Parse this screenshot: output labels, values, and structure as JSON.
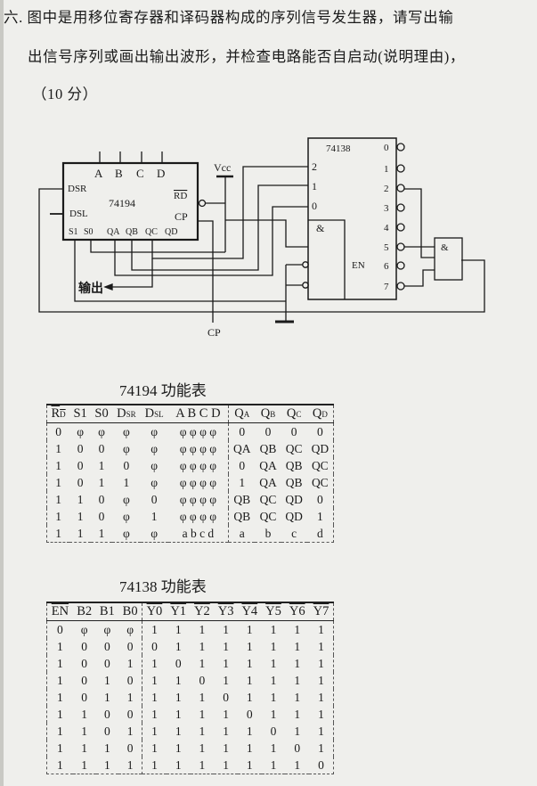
{
  "question": {
    "line1": "六. 图中是用移位寄存器和译码器构成的序列信号发生器，请写出输",
    "line2": "出信号序列或画出输出波形，并检查电路能否自启动(说明理由)，",
    "line3": "（10 分）"
  },
  "circuit": {
    "shift_register": {
      "name": "74194",
      "pins": {
        "a": "A",
        "b": "B",
        "c": "C",
        "d": "D",
        "dsr": "DSR",
        "dsl": "DSL",
        "rd": "RD",
        "cp": "CP",
        "s1": "S1",
        "s0": "S0",
        "qa": "QA",
        "qb": "QB",
        "qc": "QC",
        "qd": "QD"
      }
    },
    "decoder": {
      "name": "74138",
      "inputs": [
        "2",
        "1",
        "0"
      ],
      "and_label": "&",
      "en_label": "EN",
      "outputs": [
        "0",
        "1",
        "2",
        "3",
        "4",
        "5",
        "6",
        "7"
      ]
    },
    "and_gate_label": "&",
    "vcc_label": "Vcc",
    "cp_label": "CP",
    "output_label": "输出"
  },
  "table1": {
    "title": "74194 功能表",
    "headers": [
      {
        "m": "R",
        "s": "D",
        "ov": true
      },
      {
        "m": "S1"
      },
      {
        "m": "S0"
      },
      {
        "m": "D",
        "s": "SR"
      },
      {
        "m": "D",
        "s": "SL"
      },
      {
        "m": "A B C D"
      },
      {
        "m": "Q",
        "s": "A",
        "div": true
      },
      {
        "m": "Q",
        "s": "B"
      },
      {
        "m": "Q",
        "s": "C"
      },
      {
        "m": "Q",
        "s": "D"
      }
    ],
    "rows": [
      [
        "0",
        "φ",
        "φ",
        "φ",
        "φ",
        "φ φ φ φ",
        "0",
        "0",
        "0",
        "0"
      ],
      [
        "1",
        "0",
        "0",
        "φ",
        "φ",
        "φ φ φ φ",
        "QA",
        "QB",
        "QC",
        "QD"
      ],
      [
        "1",
        "0",
        "1",
        "0",
        "φ",
        "φ φ φ φ",
        "0",
        "QA",
        "QB",
        "QC"
      ],
      [
        "1",
        "0",
        "1",
        "1",
        "φ",
        "φ φ φ φ",
        "1",
        "QA",
        "QB",
        "QC"
      ],
      [
        "1",
        "1",
        "0",
        "φ",
        "0",
        "φ φ φ φ",
        "QB",
        "QC",
        "QD",
        "0"
      ],
      [
        "1",
        "1",
        "0",
        "φ",
        "1",
        "φ φ φ φ",
        "QB",
        "QC",
        "QD",
        "1"
      ],
      [
        "1",
        "1",
        "1",
        "φ",
        "φ",
        "a b c d",
        "a",
        "b",
        "c",
        "d"
      ]
    ]
  },
  "table2": {
    "title": "74138 功能表",
    "headers": [
      {
        "m": "EN",
        "ov": true
      },
      {
        "m": "B2"
      },
      {
        "m": "B1"
      },
      {
        "m": "B0"
      },
      {
        "m": "Y0",
        "ov": true,
        "div": true
      },
      {
        "m": "Y1",
        "ov": true
      },
      {
        "m": "Y2",
        "ov": true
      },
      {
        "m": "Y3",
        "ov": true
      },
      {
        "m": "Y4",
        "ov": true
      },
      {
        "m": "Y5",
        "ov": true
      },
      {
        "m": "Y6",
        "ov": true
      },
      {
        "m": "Y7",
        "ov": true
      }
    ],
    "rows": [
      [
        "0",
        "φ",
        "φ",
        "φ",
        "1",
        "1",
        "1",
        "1",
        "1",
        "1",
        "1",
        "1"
      ],
      [
        "1",
        "0",
        "0",
        "0",
        "0",
        "1",
        "1",
        "1",
        "1",
        "1",
        "1",
        "1"
      ],
      [
        "1",
        "0",
        "0",
        "1",
        "1",
        "0",
        "1",
        "1",
        "1",
        "1",
        "1",
        "1"
      ],
      [
        "1",
        "0",
        "1",
        "0",
        "1",
        "1",
        "0",
        "1",
        "1",
        "1",
        "1",
        "1"
      ],
      [
        "1",
        "0",
        "1",
        "1",
        "1",
        "1",
        "1",
        "0",
        "1",
        "1",
        "1",
        "1"
      ],
      [
        "1",
        "1",
        "0",
        "0",
        "1",
        "1",
        "1",
        "1",
        "0",
        "1",
        "1",
        "1"
      ],
      [
        "1",
        "1",
        "0",
        "1",
        "1",
        "1",
        "1",
        "1",
        "1",
        "0",
        "1",
        "1"
      ],
      [
        "1",
        "1",
        "1",
        "0",
        "1",
        "1",
        "1",
        "1",
        "1",
        "1",
        "0",
        "1"
      ],
      [
        "1",
        "1",
        "1",
        "1",
        "1",
        "1",
        "1",
        "1",
        "1",
        "1",
        "1",
        "0"
      ]
    ]
  }
}
